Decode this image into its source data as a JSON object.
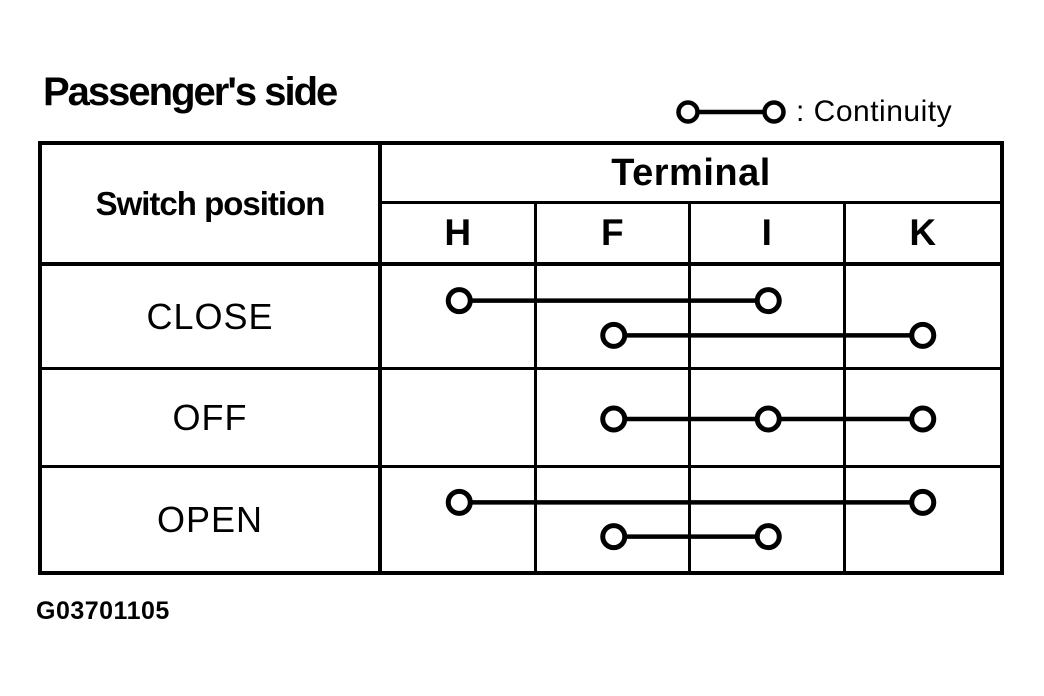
{
  "title": "Passenger's side",
  "legend": {
    "symbol_icon": "circle-line-circle",
    "label": ": Continuity"
  },
  "table": {
    "row_header": "Switch position",
    "col_group_header": "Terminal",
    "terminals": [
      "H",
      "F",
      "I",
      "K"
    ],
    "rows": [
      {
        "label": "CLOSE",
        "connections": [
          [
            "H",
            "I"
          ],
          [
            "F",
            "K"
          ]
        ]
      },
      {
        "label": "OFF",
        "connections": [
          [
            "F",
            "I",
            "K"
          ]
        ]
      },
      {
        "label": "OPEN",
        "connections": [
          [
            "H",
            "K"
          ],
          [
            "F",
            "I"
          ]
        ]
      }
    ]
  },
  "figure_id": "G03701105",
  "colors": {
    "ink": "#000000",
    "paper": "#ffffff"
  }
}
